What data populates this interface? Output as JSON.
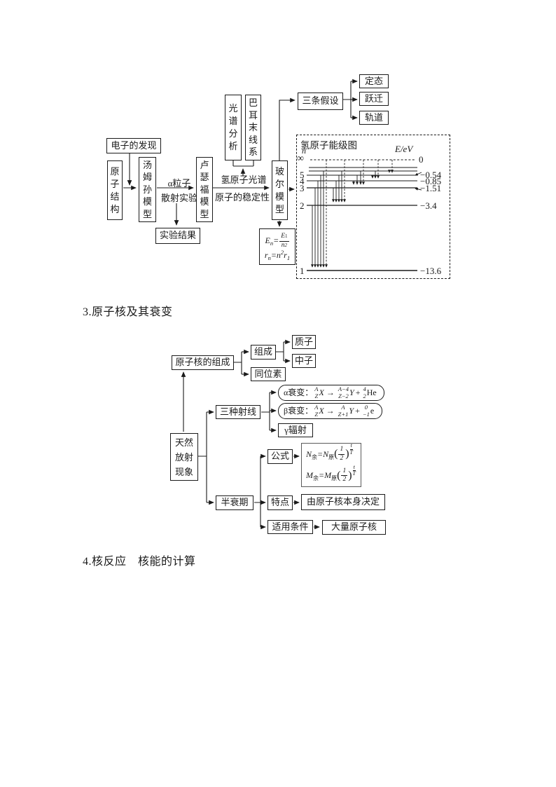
{
  "titles": {
    "section3": "3.原子核及其衰变",
    "section4": "4.核反应　核能的计算"
  },
  "diagram1": {
    "electron_discovery": "电子的发现",
    "atomic_structure": "原子结构",
    "thomson_model": "汤姆孙模型",
    "alpha_scatter_line1": "α粒子",
    "alpha_scatter_line2": "散射实验",
    "rutherford_model": "卢瑟福模型",
    "experiment_result": "实验结果",
    "spectrum_analysis": "光谱分析",
    "balmer_series": "巴耳末线系",
    "hydrogen_spectrum": "氢原子光谱",
    "atom_stability": "原子的稳定性",
    "bohr_model": "玻尔模型",
    "three_hypotheses": "三条假设",
    "stationary_state": "定态",
    "transition": "跃迁",
    "orbit": "轨道",
    "bohr_formula": {
      "energy": {
        "lhs": "E",
        "lhs_sub": "n",
        "eq": "=",
        "num": "E",
        "num_sub": "1",
        "den": "n",
        "den_sup": "2"
      },
      "radius": {
        "r1": "r",
        "r1s": "n",
        "eq": "=",
        "n": "n",
        "nsup": "2",
        "r2": "r",
        "r2s": "1"
      }
    }
  },
  "energy_diagram": {
    "title": "氢原子能级图",
    "n_axis": "n",
    "e_axis": "E/eV",
    "levels": [
      {
        "n": "∞",
        "e": "0"
      },
      {
        "n": "5",
        "e": "−0.54"
      },
      {
        "n": "4",
        "e": "−0.85"
      },
      {
        "n": "3",
        "e": "−1.51"
      },
      {
        "n": "2",
        "e": "−3.4"
      },
      {
        "n": "1",
        "e": "−13.6"
      }
    ]
  },
  "diagram2": {
    "nucleus_composition": "原子核的组成",
    "composition": "组成",
    "proton": "质子",
    "neutron": "中子",
    "isotope": "同位素",
    "natural_radioactivity": "天然放射现象",
    "three_rays": "三种射线",
    "alpha_decay": {
      "label": "α衰变：",
      "x_sup": "A",
      "x_sub": "Z",
      "x_base": "X",
      "arrow": "→",
      "y_sup": "A−4",
      "y_sub": "Z−2",
      "y_base": "Y",
      "plus": "+",
      "p_sup": "4",
      "p_sub": "2",
      "p_base": "He"
    },
    "beta_decay": {
      "label": "β衰变：",
      "x_sup": "A",
      "x_sub": "Z",
      "x_base": "X",
      "arrow": "→",
      "y_sup": "A",
      "y_sub": "Z+1",
      "y_base": "Y",
      "plus": "+",
      "p_sup": "0",
      "p_sub": "−1",
      "p_base": "e"
    },
    "gamma_radiation": "γ辐射",
    "half_life": "半衰期",
    "formula_label": "公式",
    "half_life_formulas": [
      {
        "lhs_base": "N",
        "lhs_sub": "余",
        "eq": "=",
        "rhs_base": "N",
        "rhs_sub": "原",
        "open": "(",
        "num": "1",
        "den": "2",
        "close": ")",
        "exp_num": "t",
        "exp_den": "T"
      },
      {
        "lhs_base": "M",
        "lhs_sub": "余",
        "eq": "=",
        "rhs_base": "M",
        "rhs_sub": "原",
        "open": "(",
        "num": "1",
        "den": "2",
        "close": ")",
        "exp_num": "t",
        "exp_den": "T"
      }
    ],
    "feature_label": "特点",
    "feature_desc": "由原子核本身决定",
    "condition_label": "适用条件",
    "condition_desc": "大量原子核"
  }
}
